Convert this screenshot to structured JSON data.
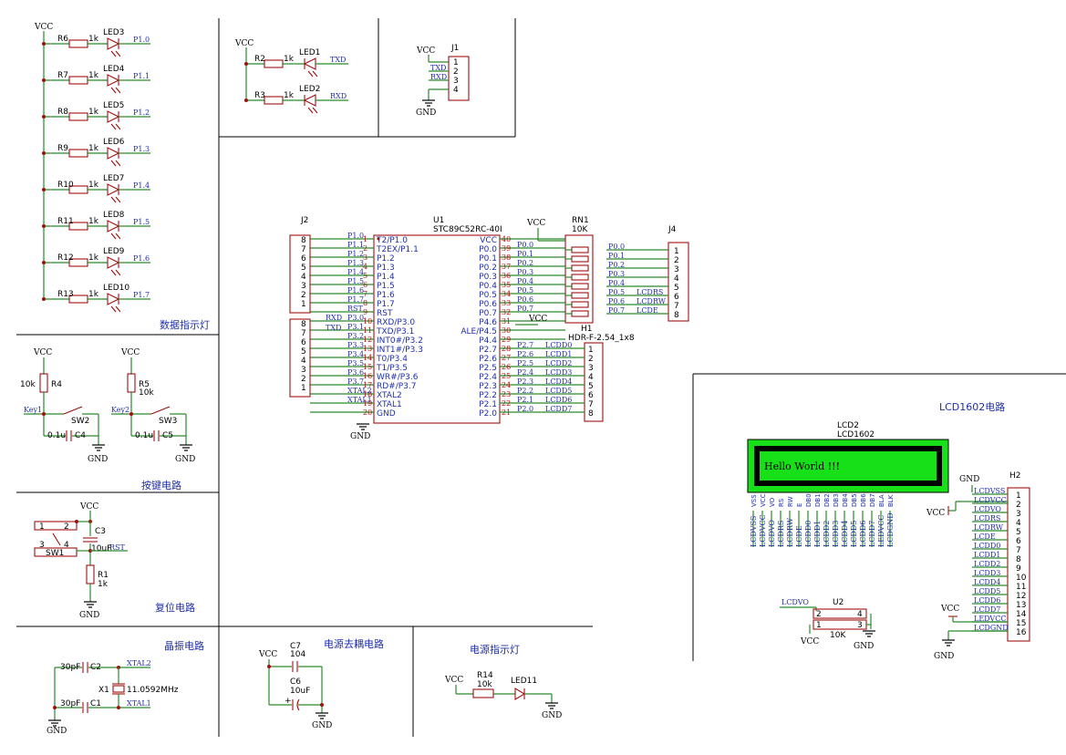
{
  "titles": {
    "led_block": "数据指示灯",
    "key_block": "按键电路",
    "reset_block": "复位电路",
    "xtal_block": "晶振电路",
    "decouple_block": "电源去耦电路",
    "power_led_block": "电源指示灯",
    "lcd_block": "LCD1602电路"
  },
  "common": {
    "vcc": "VCC",
    "gnd": "GND"
  },
  "led_rows": [
    {
      "res": "R6",
      "val": "1k",
      "led": "LED3",
      "net": "P1.0"
    },
    {
      "res": "R7",
      "val": "1k",
      "led": "LED4",
      "net": "P1.1"
    },
    {
      "res": "R8",
      "val": "1k",
      "led": "LED5",
      "net": "P1.2"
    },
    {
      "res": "R9",
      "val": "1k",
      "led": "LED6",
      "net": "P1.3"
    },
    {
      "res": "R10",
      "val": "1k",
      "led": "LED7",
      "net": "P1.4"
    },
    {
      "res": "R11",
      "val": "1k",
      "led": "LED8",
      "net": "P1.5"
    },
    {
      "res": "R12",
      "val": "1k",
      "led": "LED9",
      "net": "P1.6"
    },
    {
      "res": "R13",
      "val": "1k",
      "led": "LED10",
      "net": "P1.7"
    }
  ],
  "uart_leds": [
    {
      "res": "R2",
      "val": "1k",
      "led": "LED1",
      "net": "TXD"
    },
    {
      "res": "R3",
      "val": "1k",
      "led": "LED2",
      "net": "RXD"
    }
  ],
  "j1": {
    "ref": "J1",
    "nets": [
      "TXD",
      "RXD"
    ],
    "pins": [
      "1",
      "2",
      "3",
      "4"
    ]
  },
  "mcu": {
    "ref": "U1",
    "part": "STC89C52RC-40I",
    "left_pins": [
      {
        "num": "1",
        "name": "T2/P1.0",
        "net": "P1.0"
      },
      {
        "num": "2",
        "name": "T2EX/P1.1",
        "net": "P1.1"
      },
      {
        "num": "3",
        "name": "P1.2",
        "net": "P1.2"
      },
      {
        "num": "4",
        "name": "P1.3",
        "net": "P1.3"
      },
      {
        "num": "5",
        "name": "P1.4",
        "net": "P1.4"
      },
      {
        "num": "6",
        "name": "P1.5",
        "net": "P1.5"
      },
      {
        "num": "7",
        "name": "P1.6",
        "net": "P1.6"
      },
      {
        "num": "8",
        "name": "P1.7",
        "net": "P1.7"
      },
      {
        "num": "9",
        "name": "RST",
        "net": "RST"
      },
      {
        "num": "10",
        "name": "RXD/P3.0",
        "net": "P3.0"
      },
      {
        "num": "11",
        "name": "TXD/P3.1",
        "net": "P3.1"
      },
      {
        "num": "12",
        "name": "INT0#/P3.2",
        "net": "P3.2"
      },
      {
        "num": "13",
        "name": "INT1#/P3.3",
        "net": "P3.3"
      },
      {
        "num": "14",
        "name": "T0/P3.4",
        "net": "P3.4"
      },
      {
        "num": "15",
        "name": "T1/P3.5",
        "net": "P3.5"
      },
      {
        "num": "16",
        "name": "WR#/P3.6",
        "net": "P3.6"
      },
      {
        "num": "17",
        "name": "RD#/P3.7",
        "net": "P3.7"
      },
      {
        "num": "18",
        "name": "XTAL2",
        "net": "XTAL2"
      },
      {
        "num": "19",
        "name": "XTAL1",
        "net": "XTAL1"
      },
      {
        "num": "20",
        "name": "GND",
        "net": ""
      }
    ],
    "right_pins": [
      {
        "num": "40",
        "name": "VCC",
        "net": ""
      },
      {
        "num": "39",
        "name": "P0.0",
        "net": "P0.0"
      },
      {
        "num": "38",
        "name": "P0.1",
        "net": "P0.1"
      },
      {
        "num": "37",
        "name": "P0.2",
        "net": "P0.2"
      },
      {
        "num": "36",
        "name": "P0.3",
        "net": "P0.3"
      },
      {
        "num": "35",
        "name": "P0.4",
        "net": "P0.4"
      },
      {
        "num": "34",
        "name": "P0.5",
        "net": "P0.5"
      },
      {
        "num": "33",
        "name": "P0.6",
        "net": "P0.6"
      },
      {
        "num": "32",
        "name": "P0.7",
        "net": "P0.7"
      },
      {
        "num": "31",
        "name": "P4.6",
        "net": ""
      },
      {
        "num": "30",
        "name": "ALE/P4.5",
        "net": ""
      },
      {
        "num": "29",
        "name": "P4.4",
        "net": ""
      },
      {
        "num": "28",
        "name": "P2.7",
        "net": "P2.7"
      },
      {
        "num": "27",
        "name": "P2.6",
        "net": "P2.6"
      },
      {
        "num": "26",
        "name": "P2.5",
        "net": "P2.5"
      },
      {
        "num": "25",
        "name": "P2.4",
        "net": "P2.4"
      },
      {
        "num": "24",
        "name": "P2.3",
        "net": "P2.3"
      },
      {
        "num": "23",
        "name": "P2.2",
        "net": "P2.2"
      },
      {
        "num": "22",
        "name": "P2.1",
        "net": "P2.1"
      },
      {
        "num": "21",
        "name": "P2.0",
        "net": "P2.0"
      }
    ]
  },
  "j2": {
    "ref": "J2",
    "pins": [
      "8",
      "7",
      "6",
      "5",
      "4",
      "3",
      "2",
      "1"
    ],
    "rx_net": "RXD",
    "tx_net": "TXD"
  },
  "rn1": {
    "ref": "RN1",
    "val": "10K"
  },
  "j4": {
    "ref": "J4",
    "pins": [
      "1",
      "2",
      "3",
      "4",
      "5",
      "6",
      "7",
      "8"
    ],
    "nets": [
      "P0.0",
      "P0.1",
      "P0.2",
      "P0.3",
      "P0.4",
      "P0.5",
      "P0.6",
      "P0.7"
    ],
    "lcd_nets": [
      "",
      "",
      "",
      "",
      "",
      "LCDRS",
      "LCDRW",
      "LCDE"
    ]
  },
  "h1": {
    "ref": "H1",
    "part": "HDR-F-2.54_1x8",
    "pins": [
      "1",
      "2",
      "3",
      "4",
      "5",
      "6",
      "7",
      "8"
    ],
    "nets": [
      "LCDD0",
      "LCDD1",
      "LCDD2",
      "LCDD3",
      "LCDD4",
      "LCDD5",
      "LCDD6",
      "LCDD7"
    ]
  },
  "keys": [
    {
      "res": "R4",
      "val": "10k",
      "sw": "SW2",
      "cap": "C4",
      "cap_val": "0.1u",
      "net": "Key1"
    },
    {
      "res": "R5",
      "val": "10k",
      "sw": "SW3",
      "cap": "C5",
      "cap_val": "0.1u",
      "net": "Key2"
    }
  ],
  "reset": {
    "cap": "C3",
    "cap_val": "10uF",
    "sw": "SW1",
    "res": "R1",
    "res_val": "1k",
    "net": "RST"
  },
  "xtal": {
    "c2": "C2",
    "c1": "C1",
    "cap_val": "30pF",
    "x": "X1",
    "freq": "11.0592MHz",
    "net2": "XTAL2",
    "net1": "XTAL1"
  },
  "decouple": {
    "c7": "C7",
    "c7_val": "104",
    "c6": "C6",
    "c6_val": "10uF"
  },
  "power_led": {
    "res": "R14",
    "val": "10k",
    "led": "LED11"
  },
  "lcd": {
    "ref": "LCD2",
    "part": "LCD1602",
    "screen_text": "Hello World !!!",
    "pin_names": [
      "VSS",
      "VCC",
      "VO",
      "RS",
      "RW",
      "E",
      "DB0",
      "DB1",
      "DB2",
      "DB3",
      "DB4",
      "DB5",
      "DB6",
      "DB7",
      "BLA",
      "BLK"
    ],
    "nets": [
      "LCDVSS",
      "LCDVCC",
      "LCDVO",
      "LCDRS",
      "LCDRW",
      "LCDE",
      "LCDD0",
      "LCDD1",
      "LCDD2",
      "LCDD3",
      "LCDD4",
      "LCDD5",
      "LCDD6",
      "LCDD7",
      "LEDVCC",
      "LCDGND"
    ]
  },
  "h2": {
    "ref": "H2",
    "pins": [
      "1",
      "2",
      "3",
      "4",
      "5",
      "6",
      "7",
      "8",
      "9",
      "10",
      "11",
      "12",
      "13",
      "14",
      "15",
      "16"
    ],
    "nets": [
      "LCDVSS",
      "LCDVCC",
      "LCDVO",
      "LCDRS",
      "LCDRW",
      "LCDE",
      "LCDD0",
      "LCDD1",
      "LCDD2",
      "LCDD3",
      "LCDD4",
      "LCDD5",
      "LCDD6",
      "LCDD7",
      "LEDVCC",
      "LCDGND"
    ]
  },
  "u2": {
    "ref": "U2",
    "net": "LCDVO",
    "val": "10K",
    "pins": [
      "1",
      "2",
      "3",
      "4"
    ]
  }
}
